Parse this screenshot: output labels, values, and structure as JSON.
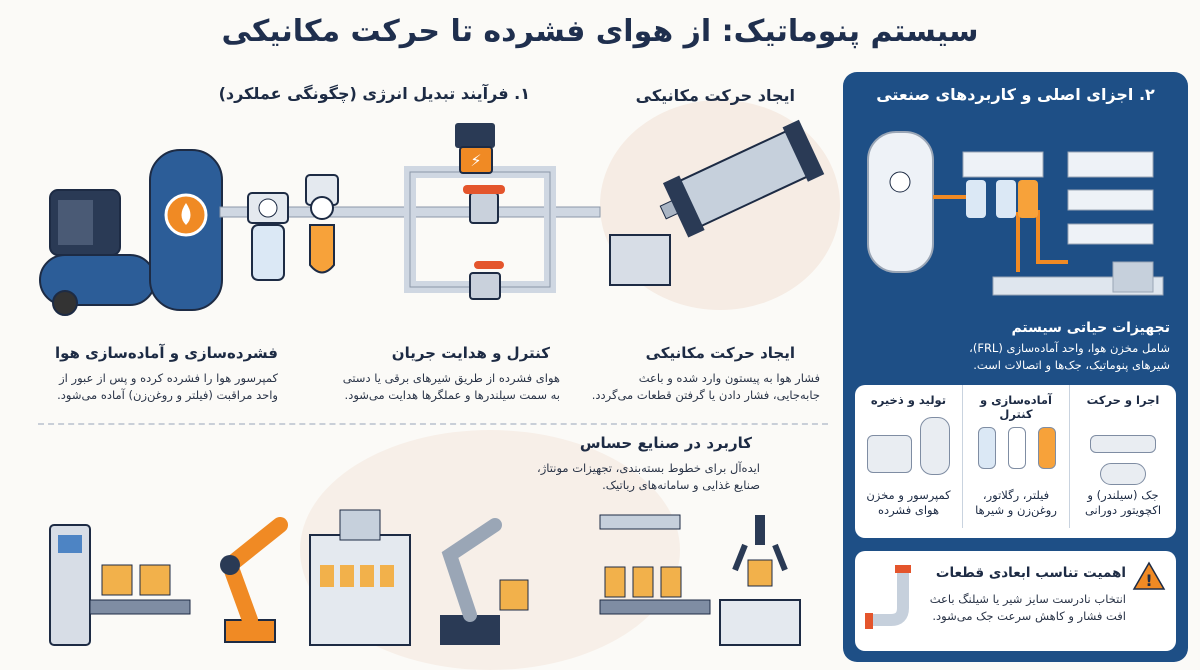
{
  "title": "سیستم پنوماتیک: از هوای فشرده تا حرکت مکانیکی",
  "section1": {
    "heading": "۱. فرآیند تبدیل انرژی (چگونگی عملکرد)",
    "motion_label": "ایجاد حرکت مکانیکی",
    "steps": [
      {
        "title": "فشرده‌سازی و آماده‌سازی هوا",
        "text1": "کمپرسور هوا را فشرده کرده و پس از عبور از",
        "text2": "واحد مراقبت (فیلتر و روغن‌زن) آماده می‌شود."
      },
      {
        "title": "کنترل و هدایت جریان",
        "text1": "هوای فشرده از طریق شیرهای برقی یا دستی",
        "text2": "به سمت سیلندرها و عملگرها هدایت می‌شود."
      },
      {
        "title": "ایجاد حرکت مکانیکی",
        "text1": "فشار هوا به پیستون وارد شده و باعث",
        "text2": "جابه‌جایی، فشار دادن یا گرفتن قطعات می‌گردد."
      }
    ]
  },
  "industry": {
    "heading": "کاربرد در صنایع حساس",
    "text1": "ایده‌آل برای خطوط بسته‌بندی، تجهیزات مونتاژ،",
    "text2": "صنایع غذایی و سامانه‌های رباتیک."
  },
  "panel": {
    "heading": "۲. اجزای اصلی و کاربردهای صنعتی",
    "equip_title": "تجهیزات حیاتی سیستم",
    "equip_text1": "شامل مخزن هوا، واحد آماده‌سازی (FRL)،",
    "equip_text2": "شیرهای پنوماتیک، جک‌ها و اتصالات است.",
    "columns": [
      {
        "head": "تولید و ذخیره",
        "text1": "کمپرسور و مخزن",
        "text2": "هوای فشرده"
      },
      {
        "head": "آماده‌سازی و کنترل",
        "text1": "فیلتر، رگلاتور،",
        "text2": "روغن‌زن و شیرها"
      },
      {
        "head": "اجرا و حرکت",
        "text1": "جک (سیلندر) و",
        "text2": "اکچویتور دورانی"
      }
    ],
    "warning_title": "اهمیت تناسب ابعادی قطعات",
    "warning_text1": "انتخاب نادرست سایز شیر یا شیلنگ باعث",
    "warning_text2": "افت فشار و کاهش سرعت جک می‌شود."
  },
  "colors": {
    "navy": "#1e4f86",
    "orange": "#f08a24",
    "dark": "#1d2b44",
    "steel": "#9aa6b6"
  }
}
